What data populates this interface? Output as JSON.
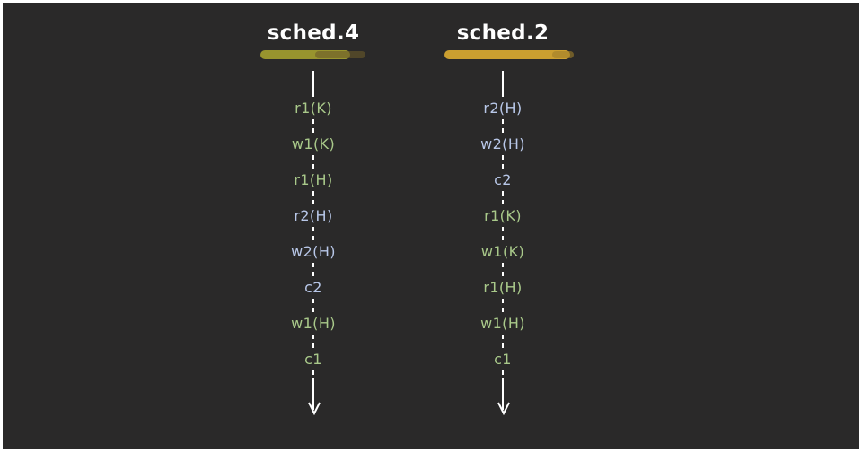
{
  "colors": {
    "background": "#2a2929",
    "title": "#ffffff",
    "txn1": "#a9c98a",
    "txn2": "#b8c7e8",
    "highlight_left": "#9e9a2e",
    "highlight_right": "#d4a530",
    "arrow": "#ffffff"
  },
  "schedules": [
    {
      "title": "sched.4",
      "ops": [
        {
          "label": "r1(K)",
          "txn": 1
        },
        {
          "label": "w1(K)",
          "txn": 1
        },
        {
          "label": "r1(H)",
          "txn": 1
        },
        {
          "label": "r2(H)",
          "txn": 2
        },
        {
          "label": "w2(H)",
          "txn": 2
        },
        {
          "label": "c2",
          "txn": 2
        },
        {
          "label": "w1(H)",
          "txn": 1
        },
        {
          "label": "c1",
          "txn": 1
        }
      ]
    },
    {
      "title": "sched.2",
      "ops": [
        {
          "label": "r2(H)",
          "txn": 2
        },
        {
          "label": "w2(H)",
          "txn": 2
        },
        {
          "label": "c2",
          "txn": 2
        },
        {
          "label": "r1(K)",
          "txn": 1
        },
        {
          "label": "w1(K)",
          "txn": 1
        },
        {
          "label": "r1(H)",
          "txn": 1
        },
        {
          "label": "w1(H)",
          "txn": 1
        },
        {
          "label": "c1",
          "txn": 1
        }
      ]
    }
  ]
}
